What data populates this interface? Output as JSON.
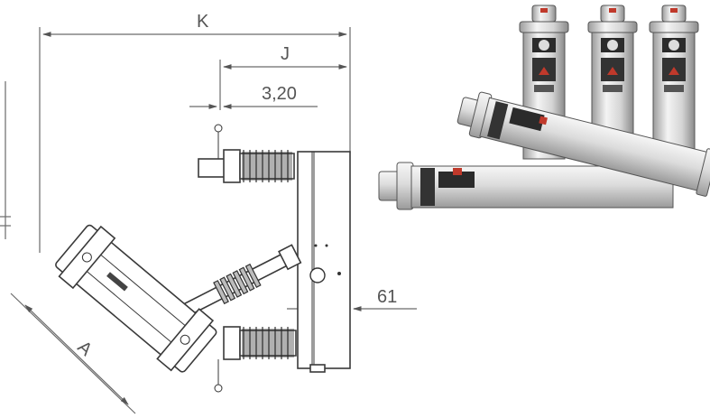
{
  "drawing": {
    "dimensions": {
      "k_label": "K",
      "j_label": "J",
      "offset_value": "3,20",
      "side_value": "61",
      "a_label": "A"
    }
  },
  "product_photo": {
    "upright_count": 3,
    "lying_count": 2,
    "colors": {
      "metal_light": "#e9e9e9",
      "metal_mid": "#bdbdbd",
      "metal_dark": "#7a7a7a",
      "label_red": "#c0392b"
    }
  }
}
